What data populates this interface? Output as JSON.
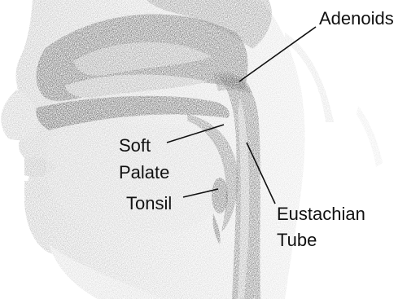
{
  "labels": {
    "adenoids": "Adenoids",
    "soft_palate_line1": "Soft",
    "soft_palate_line2": "Palate",
    "tonsil": "Tonsil",
    "eustachian_line1": "Eustachian",
    "eustachian_line2": "Tube"
  },
  "colors": {
    "background": "#ffffff",
    "ink": "#111111",
    "tissue_dark": "#3a3a3a",
    "tissue_mid": "#7d7d7d",
    "tissue_light": "#cfcfcf"
  }
}
